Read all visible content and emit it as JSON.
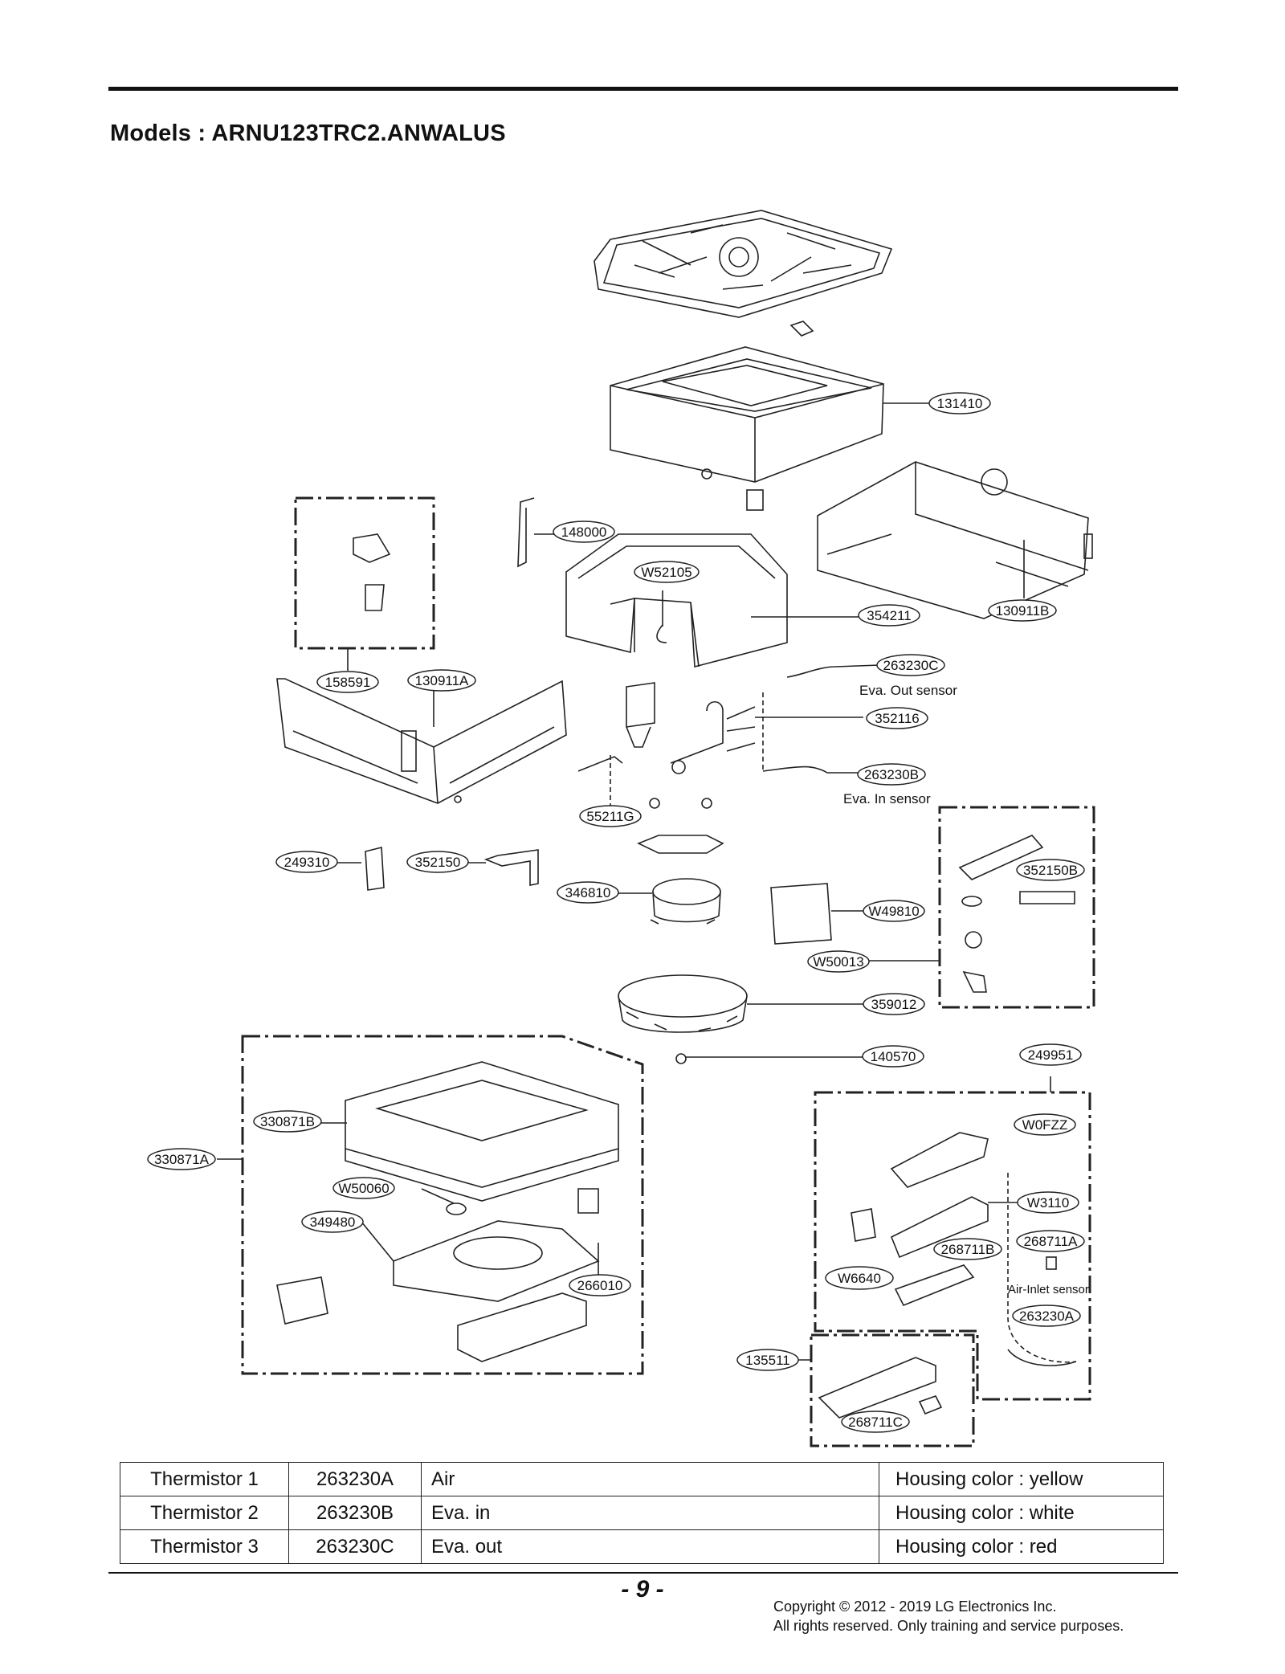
{
  "title": "Models : ARNU123TRC2.ANWALUS",
  "callouts": {
    "c131410": "131410",
    "c148000": "148000",
    "cW52105": "W52105",
    "c354211": "354211",
    "c130911B": "130911B",
    "c158591": "158591",
    "c130911A": "130911A",
    "c263230C": "263230C",
    "c352116": "352116",
    "c263230B": "263230B",
    "c55211G": "55211G",
    "c249310": "249310",
    "c352150": "352150",
    "c352150B": "352150B",
    "c346810": "346810",
    "cW49810": "W49810",
    "cW50013": "W50013",
    "c359012": "359012",
    "c140570": "140570",
    "c249951": "249951",
    "c330871B": "330871B",
    "c330871A": "330871A",
    "cW0FZZ": "W0FZZ",
    "cW50060": "W50060",
    "cW3110": "W3110",
    "c349480": "349480",
    "c268711A": "268711A",
    "c268711B": "268711B",
    "cW6640": "W6640",
    "c266010": "266010",
    "c263230A": "263230A",
    "c135511": "135511",
    "c268711C": "268711C"
  },
  "notes": {
    "eva_out": "Eva. Out sensor",
    "eva_in": "Eva. In sensor",
    "air_inlet": "Air-Inlet sensor"
  },
  "thermistors": [
    {
      "name": "Thermistor 1",
      "code": "263230A",
      "location": "Air",
      "housing": "Housing color : yellow"
    },
    {
      "name": "Thermistor 2",
      "code": "263230B",
      "location": "Eva. in",
      "housing": "Housing color : white"
    },
    {
      "name": "Thermistor 3",
      "code": "263230C",
      "location": "Eva. out",
      "housing": "Housing color : red"
    }
  ],
  "page_number": "- 9 -",
  "copyright": {
    "line1": "Copyright © 2012 - 2019 LG Electronics Inc.",
    "line2": "All rights reserved. Only training and service purposes."
  }
}
